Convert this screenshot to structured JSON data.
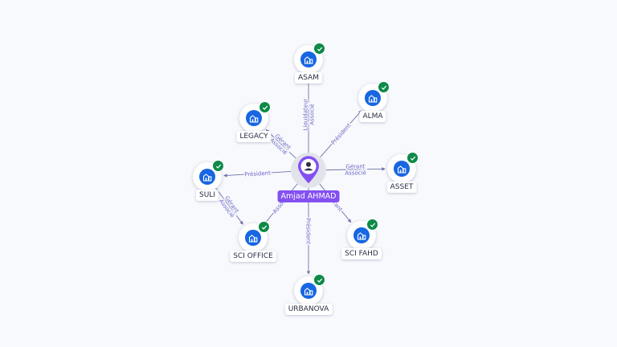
{
  "center": {
    "name": "Amjad AHMAD",
    "icon": "person-pin-icon"
  },
  "colors": {
    "node": "#1766e2",
    "check": "#0d8a48",
    "center": "#8350f2",
    "edge": "#6e72a8",
    "label": "#6c68c6"
  },
  "nodes": [
    {
      "id": "asam",
      "label": "ASAM",
      "icon": "building-icon"
    },
    {
      "id": "alma",
      "label": "ALMA",
      "icon": "building-icon"
    },
    {
      "id": "asset",
      "label": "ASSET",
      "icon": "building-icon"
    },
    {
      "id": "sci-fahd",
      "label": "SCI FAHD",
      "icon": "building-icon"
    },
    {
      "id": "urbanova",
      "label": "URBANOVA",
      "icon": "building-icon"
    },
    {
      "id": "sci-office",
      "label": "SCI OFFICE",
      "icon": "building-icon"
    },
    {
      "id": "suli",
      "label": "SULI",
      "icon": "building-icon"
    },
    {
      "id": "legacy",
      "label": "LEGACY",
      "icon": "building-icon"
    }
  ],
  "edges": [
    {
      "target": "asam",
      "lines": [
        "Liquidateur",
        "Associé"
      ]
    },
    {
      "target": "alma",
      "lines": [
        "Président"
      ]
    },
    {
      "target": "asset",
      "lines": [
        "Gérant",
        "Associé"
      ]
    },
    {
      "target": "sci-fahd",
      "lines": [
        "Gérant"
      ]
    },
    {
      "target": "urbanova",
      "lines": [
        "Président"
      ]
    },
    {
      "target": "sci-office",
      "lines": [
        "Associé"
      ]
    },
    {
      "target": "suli",
      "lines": [
        "Président"
      ]
    },
    {
      "target": "legacy",
      "lines": [
        "Gérant",
        "Associé"
      ]
    },
    {
      "source": "suli",
      "target": "sci-office",
      "lines": [
        "Gérant",
        "Associé"
      ]
    }
  ]
}
